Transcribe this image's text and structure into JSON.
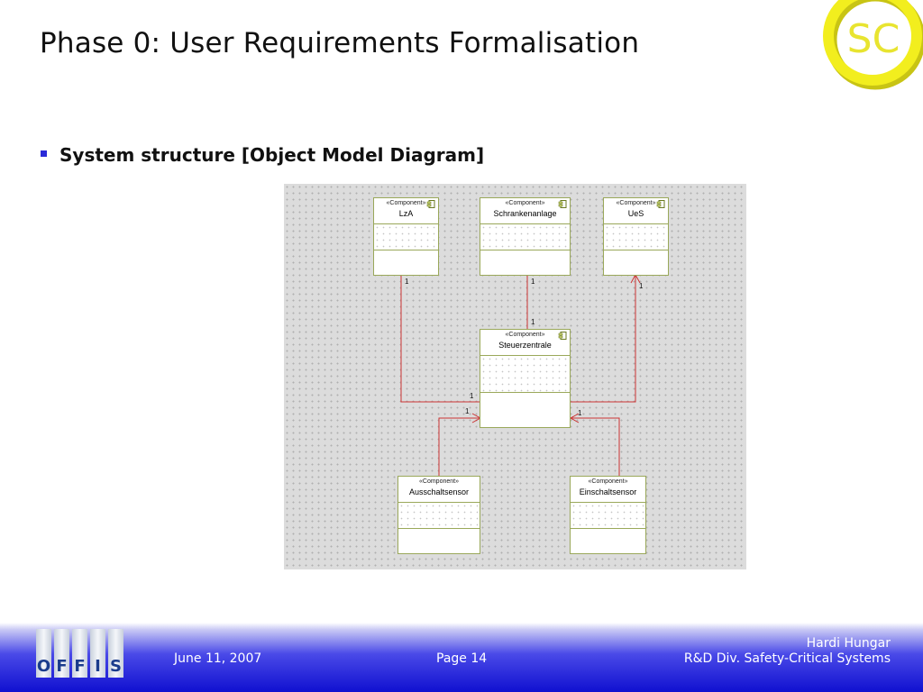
{
  "slide": {
    "title": "Phase 0: User Requirements Formalisation",
    "bullet": "System structure [Object Model Diagram]"
  },
  "logo": {
    "text": "SC",
    "colors": {
      "ring": "#f2ee1e",
      "ring_shadow": "#c8c414",
      "text": "#e8e430"
    }
  },
  "diagram": {
    "components": [
      {
        "id": "lza",
        "stereotype": "«Component»",
        "name": "LzA"
      },
      {
        "id": "schrankenanlage",
        "stereotype": "«Component»",
        "name": "Schrankenanlage"
      },
      {
        "id": "ues",
        "stereotype": "«Component»",
        "name": "UeS"
      },
      {
        "id": "steuerzentrale",
        "stereotype": "«Component»",
        "name": "Steuerzentrale"
      },
      {
        "id": "ausschaltsensor",
        "stereotype": "«Component»",
        "name": "Ausschaltsensor"
      },
      {
        "id": "einschaltsensor",
        "stereotype": "«Component»",
        "name": "Einschaltsensor"
      }
    ],
    "multiplicities": [
      "1",
      "1",
      "1",
      "1",
      "1",
      "1",
      "1",
      "1"
    ],
    "colors": {
      "link": "#cc3333",
      "box_border": "#9aa85a",
      "background": "#dcdcdc"
    }
  },
  "footer": {
    "logo_letters": [
      "O",
      "F",
      "F",
      "I",
      "S"
    ],
    "date": "June 11, 2007",
    "page": "Page 14",
    "author": "Hardi Hungar",
    "division": "R&D Div. Safety-Critical Systems",
    "colors": {
      "band_top": "#4a4ae8",
      "band_bottom": "#1010d0"
    }
  }
}
